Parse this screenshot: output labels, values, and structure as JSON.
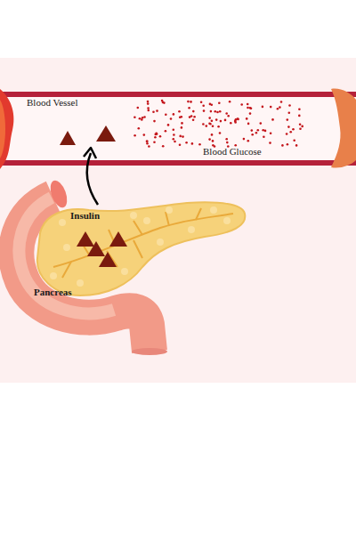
{
  "diagram": {
    "labels": [
      "Blood Vessel",
      "Blood Glucose",
      "Insulin",
      "Pancreas"
    ]
  }
}
